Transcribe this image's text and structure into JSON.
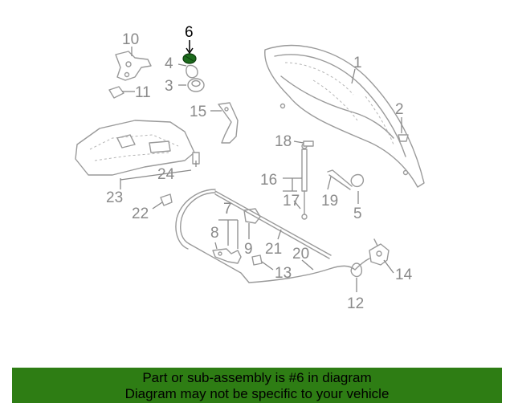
{
  "callouts": {
    "p1": "1",
    "p2": "2",
    "p3": "3",
    "p4": "4",
    "p5": "5",
    "p6": "6",
    "p7": "7",
    "p8": "8",
    "p9": "9",
    "p10": "10",
    "p11": "11",
    "p12": "12",
    "p13": "13",
    "p14": "14",
    "p15": "15",
    "p16": "16",
    "p17": "17",
    "p18": "18",
    "p19": "19",
    "p20": "20",
    "p21": "21",
    "p22": "22",
    "p23": "23",
    "p24": "24"
  },
  "highlighted_part": "6",
  "colors": {
    "highlight_part": "#1d6b1d",
    "banner": "#2e7d14",
    "linework": "#9a9a9a"
  },
  "banner": {
    "line1": "Part or sub-assembly is #6 in diagram",
    "line2": "Diagram may not be specific to your vehicle"
  }
}
